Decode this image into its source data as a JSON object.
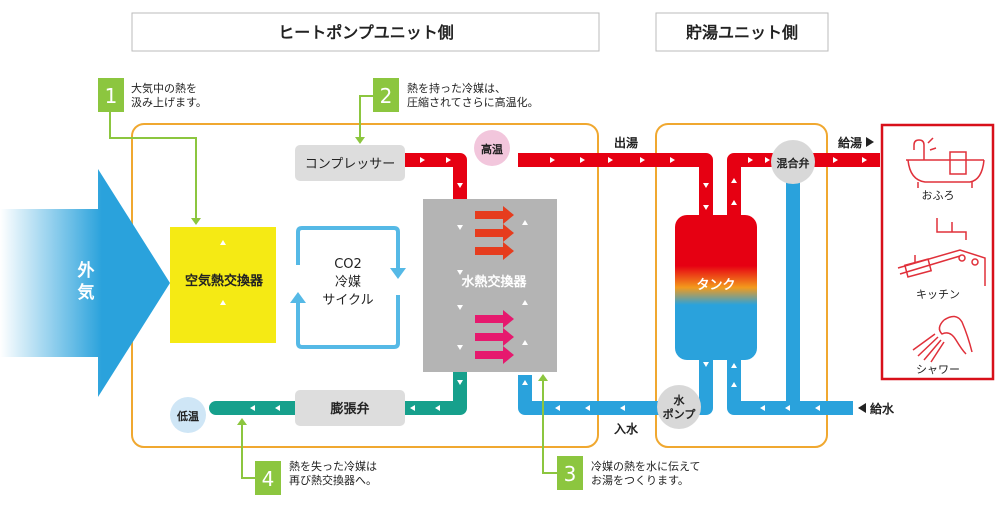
{
  "headers": {
    "heat_pump_side": "ヒートポンプユニット側",
    "tank_side": "貯湯ユニット側"
  },
  "outside_air": [
    "外",
    "気"
  ],
  "components": {
    "air_heat_exchanger": "空気熱交換器",
    "compressor": "コンプレッサー",
    "expansion_valve": "膨張弁",
    "water_heat_exchanger": "水熱交換器",
    "co2_cycle": [
      "CO2",
      "冷媒",
      "サイクル"
    ],
    "tank": "タンク",
    "mixing_valve": "混合弁",
    "water_pump": [
      "水",
      "ポンプ"
    ]
  },
  "temperature_labels": {
    "high": "高温",
    "low": "低温"
  },
  "flow_labels": {
    "hot_out": "出湯",
    "water_in": "入水",
    "hot_supply": "給湯",
    "water_supply": "給水"
  },
  "steps": [
    {
      "number": "1",
      "lines": [
        "大気中の熱を",
        "汲み上げます。"
      ]
    },
    {
      "number": "2",
      "lines": [
        "熱を持った冷媒は、",
        "圧縮されてさらに高温化。"
      ]
    },
    {
      "number": "3",
      "lines": [
        "冷媒の熱を水に伝えて",
        "お湯をつくります。"
      ]
    },
    {
      "number": "4",
      "lines": [
        "熱を失った冷媒は",
        "再び熱交換器へ。"
      ]
    }
  ],
  "uses": [
    {
      "label": "おふろ",
      "icon": "bathtub-icon"
    },
    {
      "label": "キッチン",
      "icon": "kitchen-icon"
    },
    {
      "label": "シャワー",
      "icon": "shower-icon"
    }
  ],
  "colors": {
    "hot": "#e60012",
    "warm": "#f08a1c",
    "cool_refrigerant": "#16a08c",
    "cold_water": "#2aa2dc",
    "step_green": "#8cc63f",
    "unit_border": "#f0a830",
    "air_hx": "#f5ea14",
    "water_hx": "#b4b4b4",
    "use_border": "#d8101a"
  }
}
